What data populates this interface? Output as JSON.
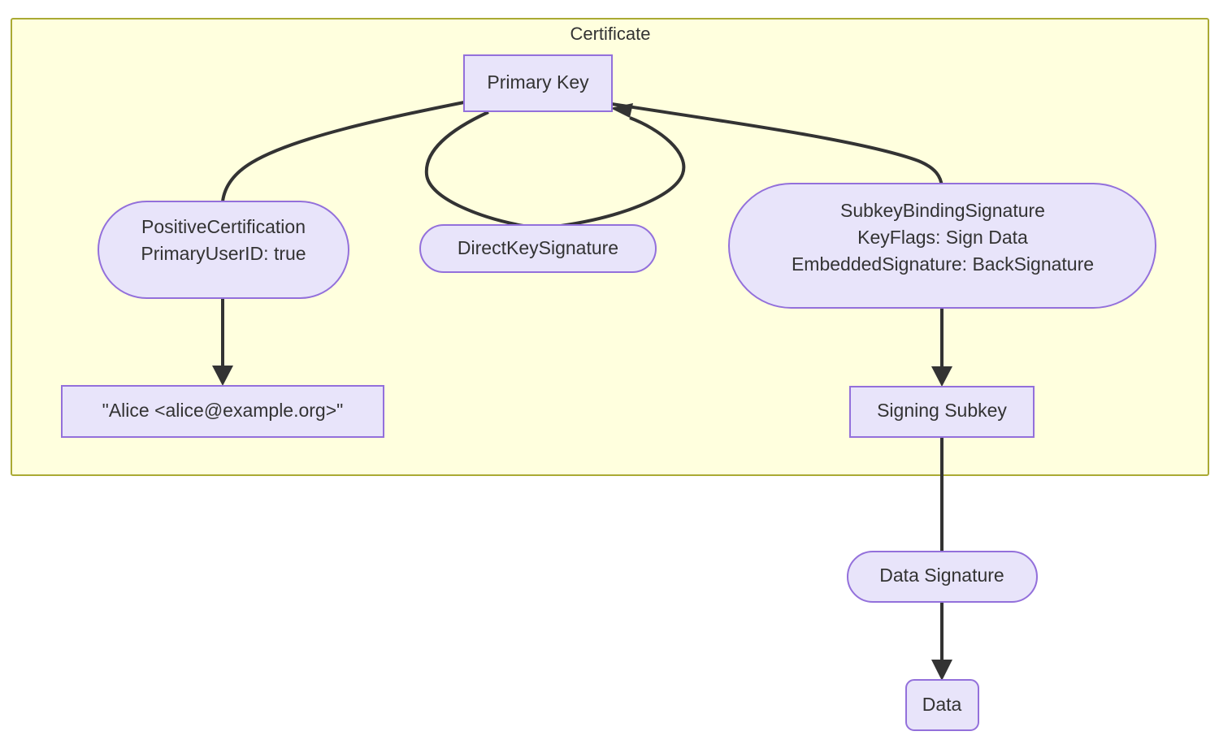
{
  "diagram": {
    "type": "flowchart",
    "direction": "top-down",
    "subgraph": {
      "title": "Certificate",
      "fill_color": "#ffffde",
      "border_color": "#aaaa33"
    },
    "node_style": {
      "fill_color": "#e8e4fa",
      "border_color": "#9370db",
      "text_color": "#333333"
    },
    "edge_style": {
      "color": "#333333"
    },
    "nodes": [
      {
        "id": "primary-key",
        "shape": "rect",
        "lines": [
          "Primary Key"
        ],
        "in_subgraph": true
      },
      {
        "id": "positive-certification",
        "shape": "stadium",
        "lines": [
          "PositiveCertification",
          "PrimaryUserID: true"
        ],
        "in_subgraph": true
      },
      {
        "id": "direct-key-signature",
        "shape": "stadium",
        "lines": [
          "DirectKeySignature"
        ],
        "in_subgraph": true
      },
      {
        "id": "subkey-binding-signature",
        "shape": "stadium",
        "lines": [
          "SubkeyBindingSignature",
          "KeyFlags: Sign Data",
          "EmbeddedSignature: BackSignature"
        ],
        "in_subgraph": true
      },
      {
        "id": "user-id",
        "shape": "rect",
        "lines": [
          "\"Alice <alice@example.org>\""
        ],
        "in_subgraph": true
      },
      {
        "id": "signing-subkey",
        "shape": "rect",
        "lines": [
          "Signing Subkey"
        ],
        "in_subgraph": true
      },
      {
        "id": "data-signature",
        "shape": "stadium",
        "lines": [
          "Data Signature"
        ],
        "in_subgraph": false
      },
      {
        "id": "data",
        "shape": "rounded-rect",
        "lines": [
          "Data"
        ],
        "in_subgraph": false
      }
    ],
    "edges": [
      {
        "from": "primary-key",
        "to": "positive-certification",
        "arrow": false
      },
      {
        "from": "primary-key",
        "to": "direct-key-signature",
        "arrow": false
      },
      {
        "from": "direct-key-signature",
        "to": "primary-key",
        "arrow": true
      },
      {
        "from": "primary-key",
        "to": "subkey-binding-signature",
        "arrow": false
      },
      {
        "from": "positive-certification",
        "to": "user-id",
        "arrow": true
      },
      {
        "from": "subkey-binding-signature",
        "to": "signing-subkey",
        "arrow": true
      },
      {
        "from": "signing-subkey",
        "to": "data-signature",
        "arrow": false
      },
      {
        "from": "data-signature",
        "to": "data",
        "arrow": true
      }
    ]
  }
}
